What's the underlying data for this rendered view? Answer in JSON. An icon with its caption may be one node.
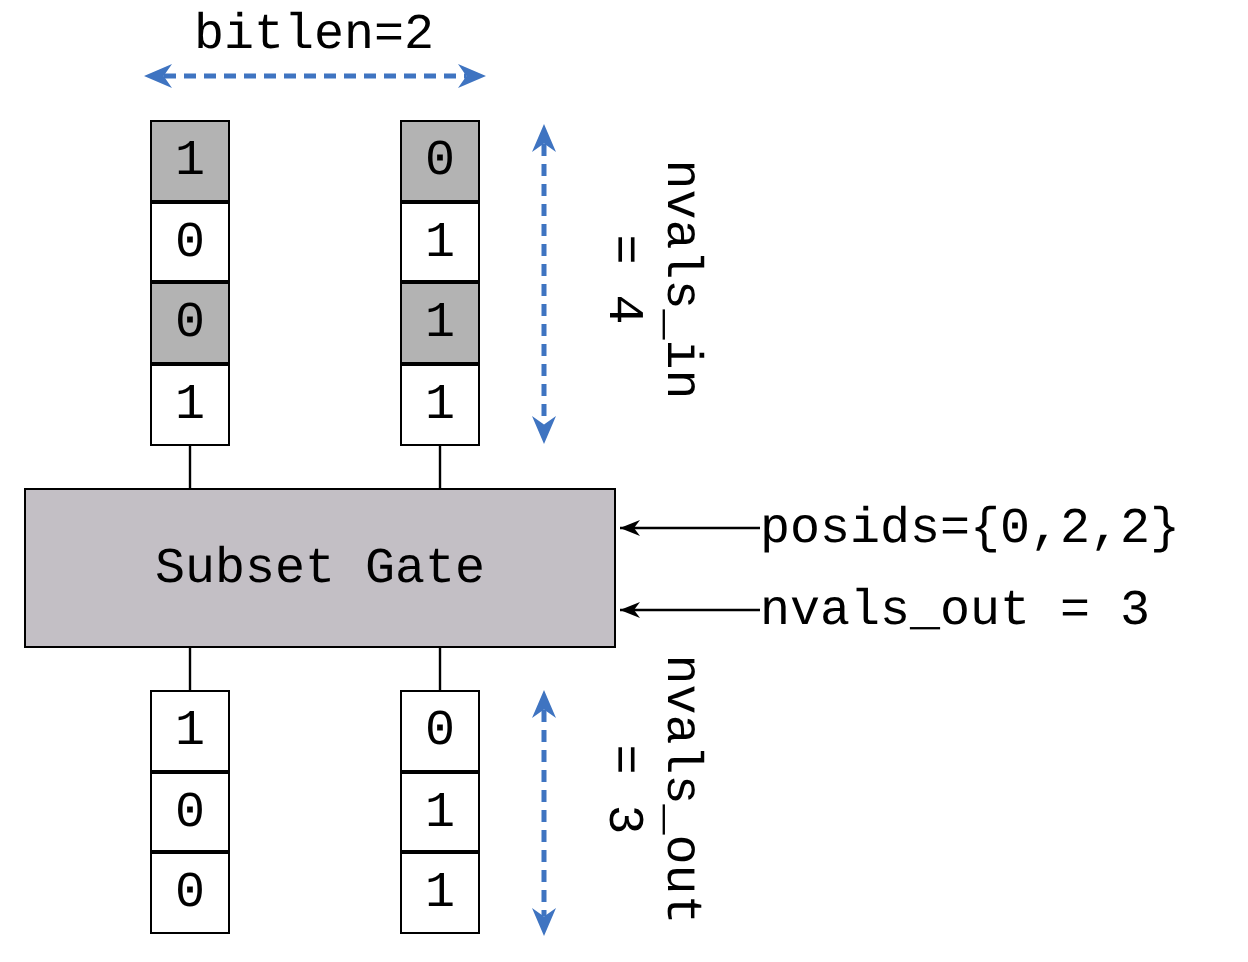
{
  "diagram": {
    "nodes": [
      {
        "text": [
          "1"
        ]
      },
      {
        "text": [
          "0"
        ]
      },
      {
        "text": [
          "0"
        ]
      },
      {
        "text": [
          "1"
        ]
      },
      {
        "text": [
          "0"
        ]
      },
      {
        "text": [
          "1"
        ]
      },
      {
        "text": [
          "1"
        ]
      },
      {
        "text": [
          "1"
        ]
      },
      {
        "text": [
          "Subset Gate"
        ]
      },
      {
        "text": [
          "1"
        ]
      },
      {
        "text": [
          "0"
        ]
      },
      {
        "text": [
          "0"
        ]
      },
      {
        "text": [
          "0"
        ]
      },
      {
        "text": [
          "1"
        ]
      },
      {
        "text": [
          "1"
        ]
      },
      {
        "text": [
          "posids={0,2,2}"
        ]
      },
      {
        "text": [
          "nvals_out = 3"
        ]
      }
    ],
    "edges": [
      {
        "from": 3,
        "to": 8,
        "arrow": "none"
      },
      {
        "from": 7,
        "to": 8,
        "arrow": "none"
      },
      {
        "from": 8,
        "to": 9,
        "arrow": "none"
      },
      {
        "from": 8,
        "to": 12,
        "arrow": "none"
      },
      {
        "from": 15,
        "to": 8,
        "arrow": "to"
      },
      {
        "from": 16,
        "to": 8,
        "arrow": "to"
      }
    ],
    "labels": [
      "bitlen=2",
      "nvals_in = 4",
      "nvals_out = 3"
    ]
  }
}
